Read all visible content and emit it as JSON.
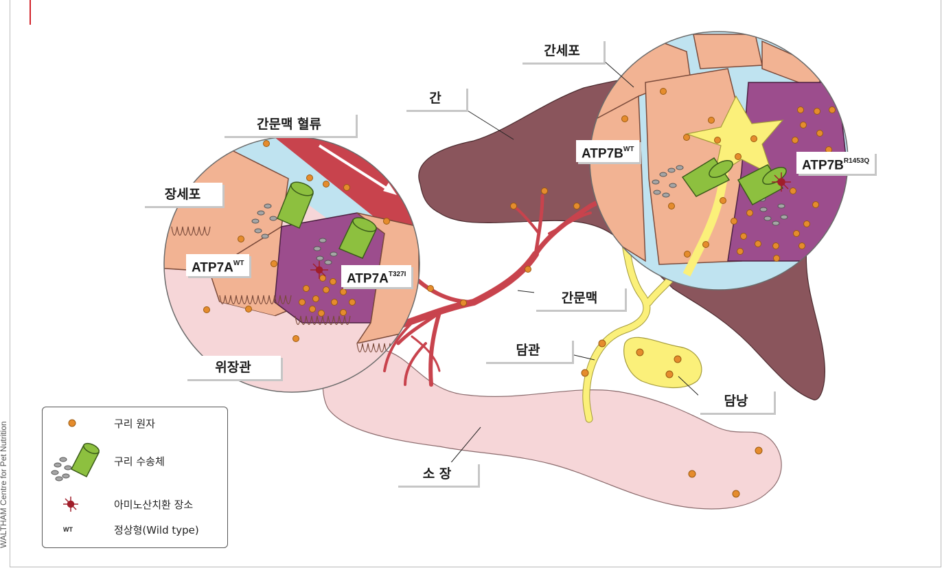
{
  "credit": "WALTHAM Centre for Pet Nutrition",
  "labels": {
    "portal_flow": "간문맥 혈류",
    "enterocyte": "장세포",
    "gi_tract": "위장관",
    "liver": "간",
    "hepatocyte": "간세포",
    "portal_vein": "간문맥",
    "bile_duct": "담관",
    "gallbladder": "담낭",
    "small_intestine": "소 장"
  },
  "proteins": {
    "atp7a_wt": {
      "base": "ATP7A",
      "sup": "WT"
    },
    "atp7a_mut": {
      "base": "ATP7A",
      "sup": "T327I"
    },
    "atp7b_wt": {
      "base": "ATP7B",
      "sup": "WT"
    },
    "atp7b_mut": {
      "base": "ATP7B",
      "sup": "R1453Q"
    }
  },
  "legend": {
    "copper_atom": "구리 원자",
    "transporter": "구리 수송체",
    "substitution": "아미노산치환 장소",
    "wt_symbol": "WT",
    "wild_type": "정상형(Wild type)"
  },
  "colors": {
    "liver": "#8a555c",
    "vessel": "#c8434d",
    "intestine": "#f6d6d8",
    "cell": "#f2b393",
    "mutant_cell": "#9c4d8d",
    "bile": "#fbf07a",
    "copper": "#e58c2d",
    "transporter": "#8dc03f",
    "accent": "#d2232a"
  }
}
